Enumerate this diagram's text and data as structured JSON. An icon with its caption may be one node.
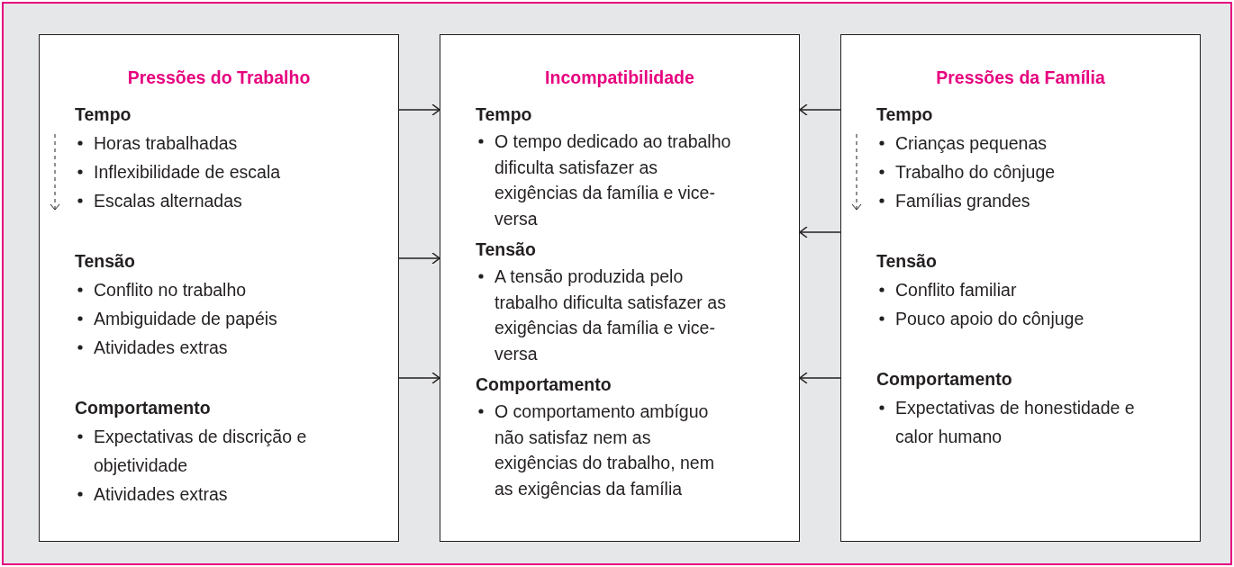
{
  "diagram": {
    "nodes": [
      {
        "text": [
          "Pressões do Trabalho",
          "Tempo",
          "Horas trabalhadas",
          "Inflexibilidade de escala",
          "Escalas alternadas",
          "Tensão",
          "Conflito no trabalho",
          "Ambiguidade de papéis",
          "Atividades extras",
          "Comportamento",
          "Expectativas de discrição e objetividade",
          "Atividades extras"
        ]
      },
      {
        "text": [
          "Incompatibilidade",
          "Tempo",
          "O tempo dedicado ao trabalho dificulta satisfazer as exigências da família e vice-versa",
          "Tensão",
          "A tensão produzida pelo trabalho dificulta satisfazer as exigências da família e vice-versa",
          "Comportamento",
          "O comportamento ambíguo não satisfaz nem as exigências do trabalho, nem as exigências da família"
        ]
      },
      {
        "text": [
          "Pressões da Família",
          "Tempo",
          "Crianças pequenas",
          "Trabalho do cônjuge",
          "Famílias grandes",
          "Tensão",
          "Conflito familiar",
          "Pouco apoio do cônjuge",
          "Comportamento",
          "Expectativas de honestidade e calor humano"
        ]
      }
    ],
    "edges": [
      {
        "from": 0,
        "to": 1,
        "arrow": "to"
      },
      {
        "from": 0,
        "to": 1,
        "arrow": "to"
      },
      {
        "from": 0,
        "to": 1,
        "arrow": "to"
      },
      {
        "from": 2,
        "to": 1,
        "arrow": "to"
      },
      {
        "from": 2,
        "to": 1,
        "arrow": "to"
      },
      {
        "from": 2,
        "to": 1,
        "arrow": "to"
      }
    ]
  }
}
